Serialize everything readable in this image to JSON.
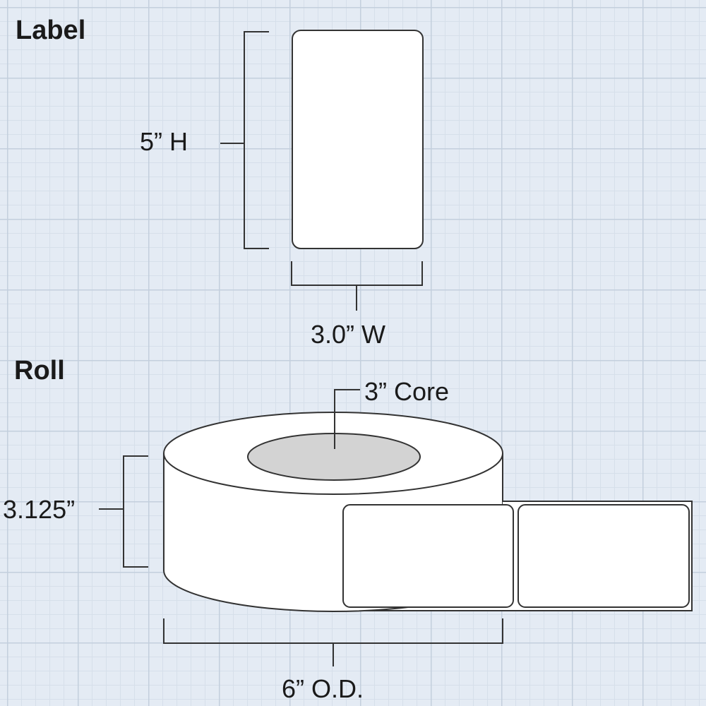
{
  "sections": {
    "label_title": "Label",
    "roll_title": "Roll"
  },
  "dimensions": {
    "label_height": "5” H",
    "label_width": "3.0” W",
    "roll_core": "3” Core",
    "roll_width": "3.125”",
    "roll_outer_diameter": "6” O.D."
  },
  "colors": {
    "grid_background": "#e4ebf4",
    "line": "#333333",
    "core": "#d3d3d3",
    "label_fill": "#ffffff"
  }
}
